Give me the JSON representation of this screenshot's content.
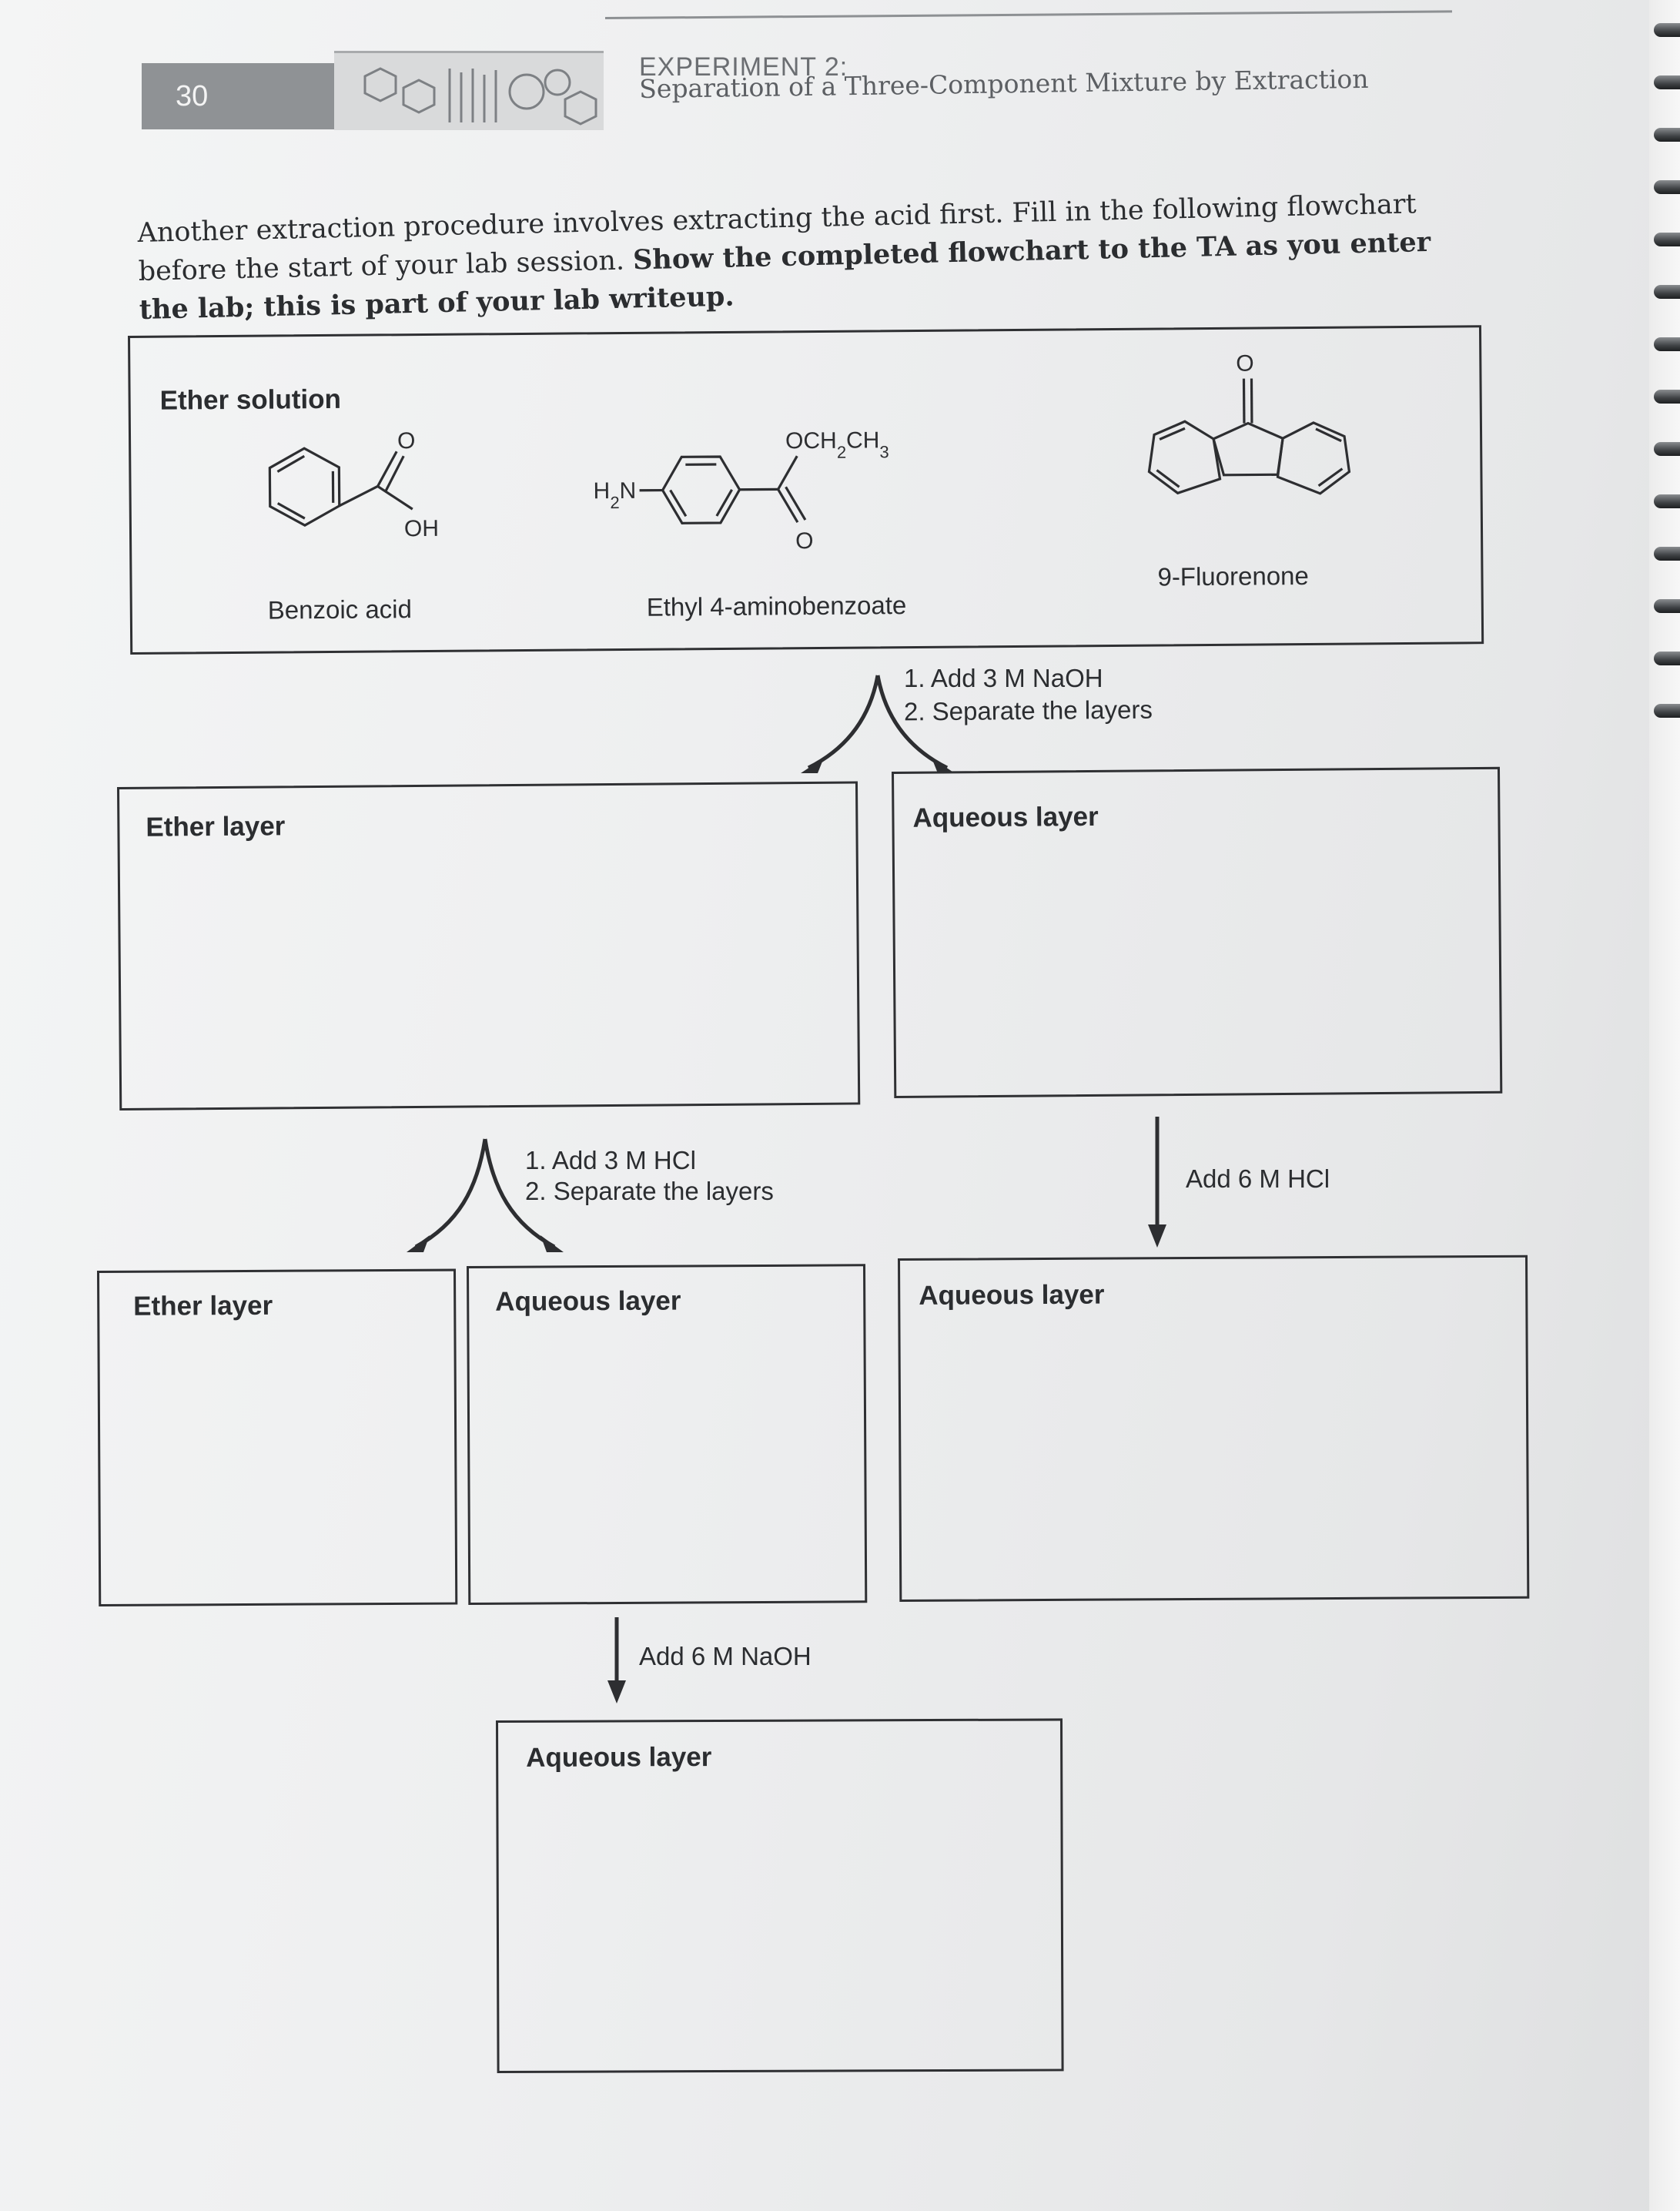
{
  "header": {
    "page_number": "30",
    "experiment_label": "EXPERIMENT 2:",
    "experiment_title": "Separation of a Three-Component Mixture by Extraction"
  },
  "instructions": {
    "plain_start": "Another extraction procedure involves extracting the acid first. Fill in the following flowchart before the start of your lab session. ",
    "bold_part": "Show the completed flowchart to the TA as you enter the lab; this is part of your lab writeup."
  },
  "ether_solution": {
    "label": "Ether solution",
    "compounds": [
      {
        "name": "Benzoic acid",
        "labels": [
          "O",
          "OH"
        ]
      },
      {
        "name": "Ethyl 4-aminobenzoate",
        "labels": [
          "H2N",
          "OCH2CH3",
          "O"
        ]
      },
      {
        "name": "9-Fluorenone",
        "labels": [
          "O"
        ]
      }
    ]
  },
  "step1": {
    "line1": "1. Add 3 M NaOH",
    "line2": "2. Separate the layers"
  },
  "layer_boxes": {
    "ether_layer_1": "Ether layer",
    "aqueous_layer_1": "Aqueous layer",
    "ether_layer_2": "Ether layer",
    "aqueous_layer_2": "Aqueous layer",
    "aqueous_layer_3": "Aqueous layer",
    "aqueous_layer_4": "Aqueous layer"
  },
  "step2": {
    "line1": "1. Add 3 M HCl",
    "line2": "2. Separate the layers"
  },
  "step_add_hcl": "Add 6 M HCl",
  "step_add_naoh": "Add 6 M NaOH"
}
